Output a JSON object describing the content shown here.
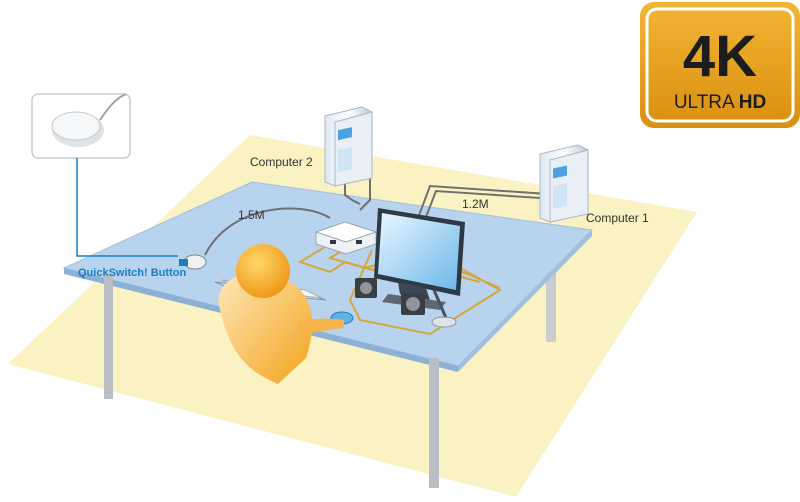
{
  "badge": {
    "resolution": "4K",
    "tag": "ULTRA",
    "tag_bold": "HD"
  },
  "labels": {
    "computer_2": "Computer 2",
    "computer_1": "Computer 1",
    "cable_left": "1.5M",
    "cable_right": "1.2M",
    "quickswitch": "QuickSwitch! Button"
  },
  "colors": {
    "floor": "#fbf2c4",
    "desk_top": "#b7d3ee",
    "cable": "#d6a63a",
    "person": "#f3a11a",
    "badge_gold": "#e9a21c",
    "accent_blue": "#1a7fc1"
  }
}
